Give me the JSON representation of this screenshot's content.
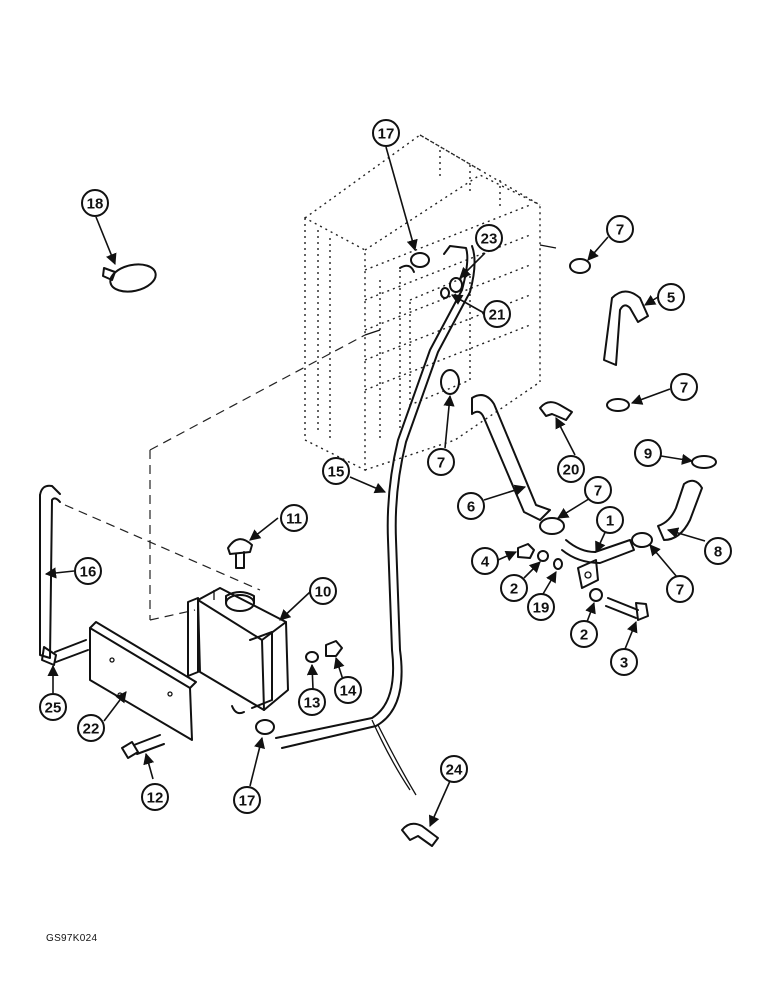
{
  "drawing_code": "GS97K024",
  "callouts": [
    "1",
    "2",
    "3",
    "4",
    "5",
    "6",
    "7",
    "8",
    "9",
    "10",
    "11",
    "12",
    "13",
    "14",
    "15",
    "16",
    "17",
    "18",
    "19",
    "20",
    "21",
    "22",
    "23",
    "24",
    "25"
  ],
  "colors": {
    "ink": "#111111",
    "paper": "#ffffff"
  }
}
